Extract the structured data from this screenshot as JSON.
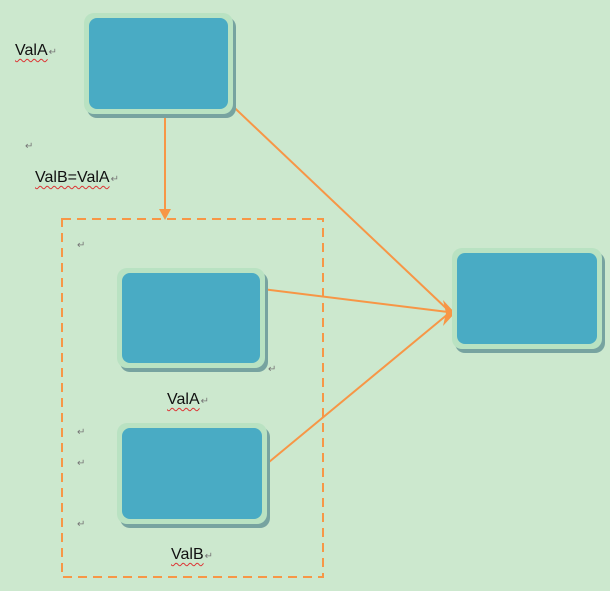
{
  "diagram": {
    "labels": {
      "top_left": "ValA",
      "assignment": "ValB=ValA",
      "inner_top": "ValA",
      "inner_bottom": "ValB"
    },
    "paragraph_mark": "↵",
    "colors": {
      "background": "#cce8ce",
      "box_outer": "#b9e2c2",
      "box_inner": "#49abc4",
      "box_shadow": "#77a3a0",
      "arrow": "#f79646",
      "dashed_border": "#f79646"
    },
    "nodes": [
      "source-box",
      "inner-box-a",
      "inner-box-b",
      "target-box"
    ],
    "edges": [
      {
        "from": "source-box",
        "to": "dashed-group"
      },
      {
        "from": "source-box",
        "to": "target-box"
      },
      {
        "from": "inner-box-a",
        "to": "target-box"
      },
      {
        "from": "inner-box-b",
        "to": "target-box"
      }
    ]
  }
}
